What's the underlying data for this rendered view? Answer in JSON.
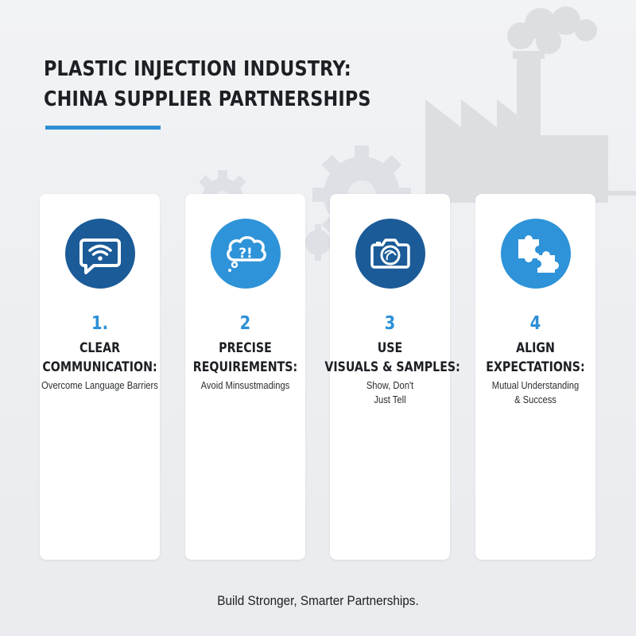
{
  "header": {
    "title_line1": "PLASTIC INJECTION INDUSTRY:",
    "title_line2": "CHINA SUPPLIER PARTNERSHIPS"
  },
  "colors": {
    "accent": "#2d8fd6",
    "icon_dark": "#1b5b98",
    "icon_light": "#2e93d8"
  },
  "cards": [
    {
      "number": "1.",
      "title_line1": "CLEAR",
      "title_line2": "COMMUNICATION:",
      "subtitle_line1": "Overcome Language Barriers",
      "subtitle_line2": "",
      "icon": "wifi-speech-bubble-icon"
    },
    {
      "number": "2",
      "title_line1": "PRECISE",
      "title_line2": "REQUIREMENTS:",
      "subtitle_line1": "Avoid Minsustmadings",
      "subtitle_line2": "",
      "icon": "question-thought-bubble-icon"
    },
    {
      "number": "3",
      "title_line1": "USE",
      "title_line2": "VISUALS & SAMPLES:",
      "subtitle_line1": "Show, Don't",
      "subtitle_line2": "Just Tell",
      "icon": "camera-icon"
    },
    {
      "number": "4",
      "title_line1": "ALIGN",
      "title_line2": "EXPECTATIONS:",
      "subtitle_line1": "Mutual Understanding",
      "subtitle_line2": "& Success",
      "icon": "puzzle-pieces-icon"
    }
  ],
  "footer": {
    "tagline": "Build Stronger, Smarter Partnerships."
  }
}
